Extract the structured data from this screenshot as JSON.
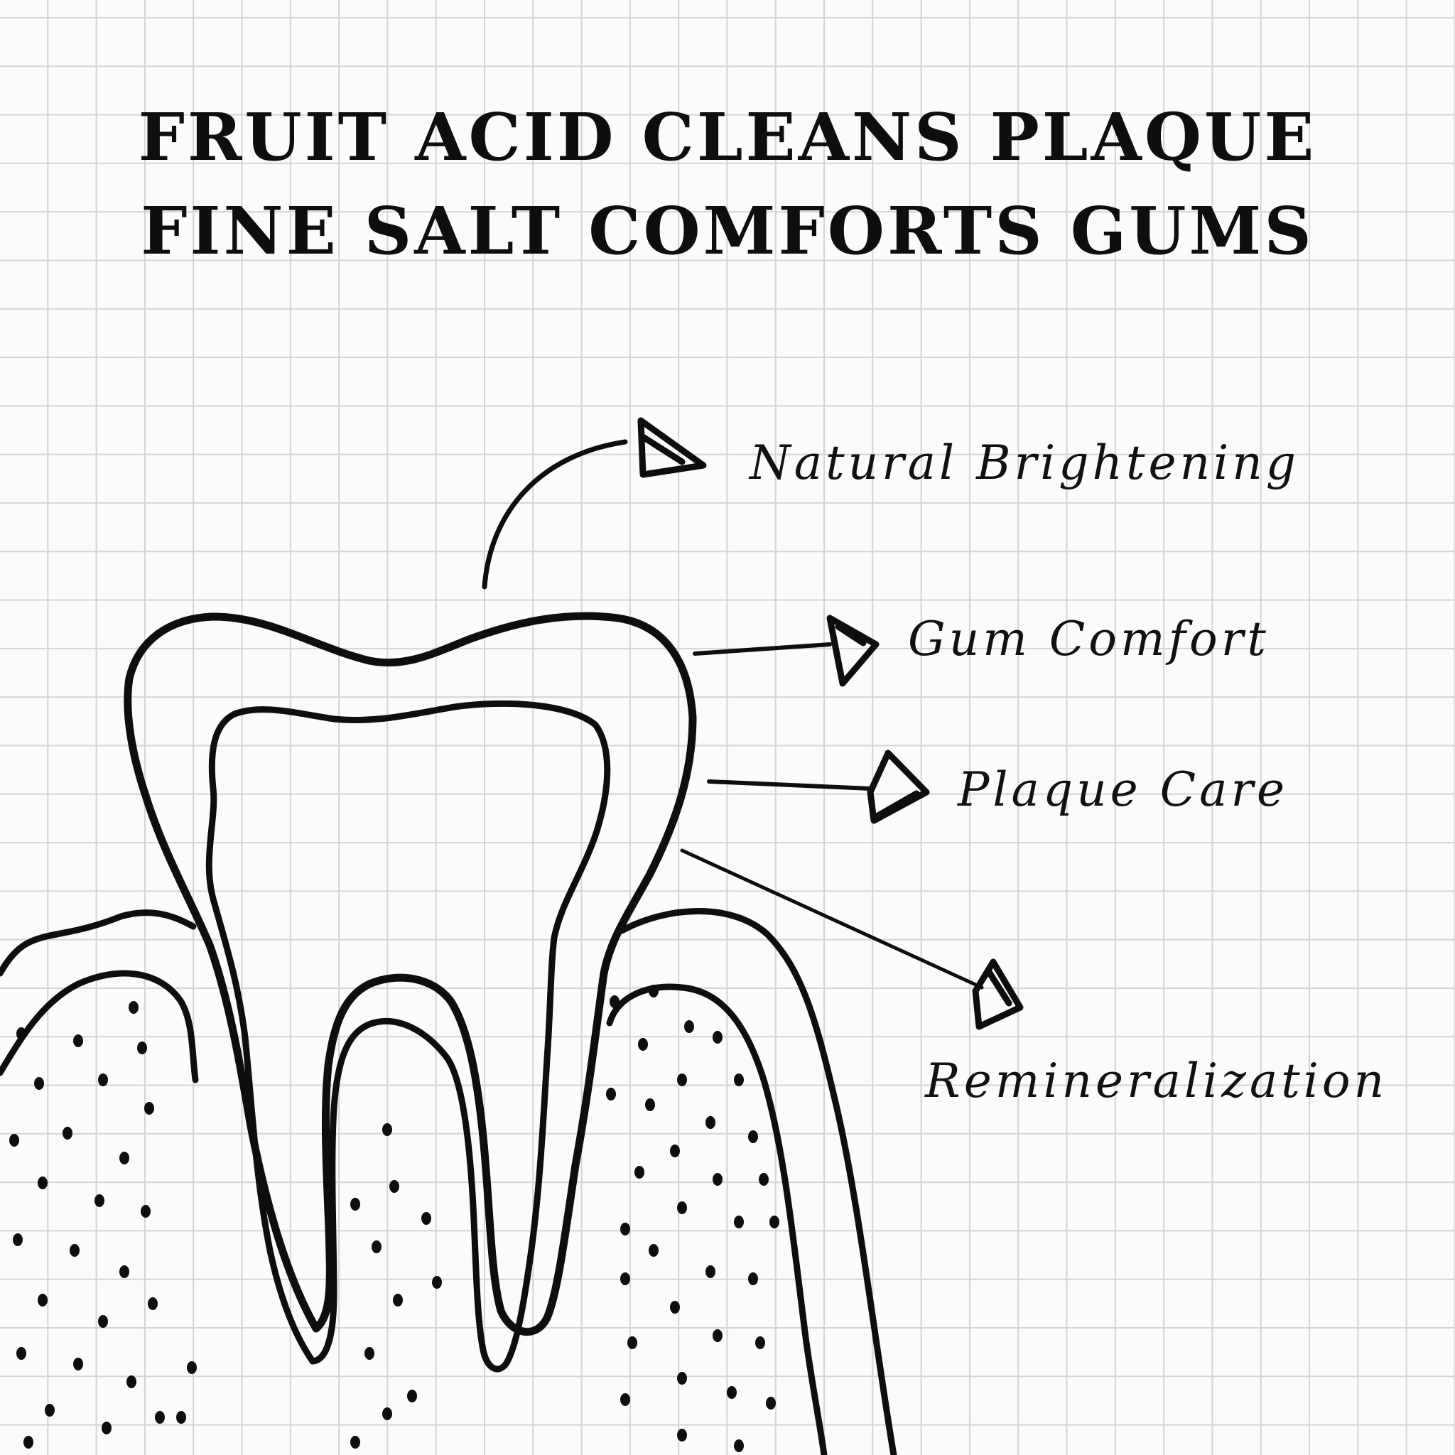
{
  "title": {
    "line1": "FRUIT ACID CLEANS PLAQUE",
    "line2": "FINE SALT COMFORTS GUMS"
  },
  "callouts": {
    "natural_brightening": "Natural Brightening",
    "gum_comfort": "Gum Comfort",
    "plaque_care": "Plaque Care",
    "remineralization": "Remineralization"
  },
  "colors": {
    "ink": "#0e0e0e",
    "paper": "#fbfbfb",
    "grid": "#d4d4d4"
  }
}
